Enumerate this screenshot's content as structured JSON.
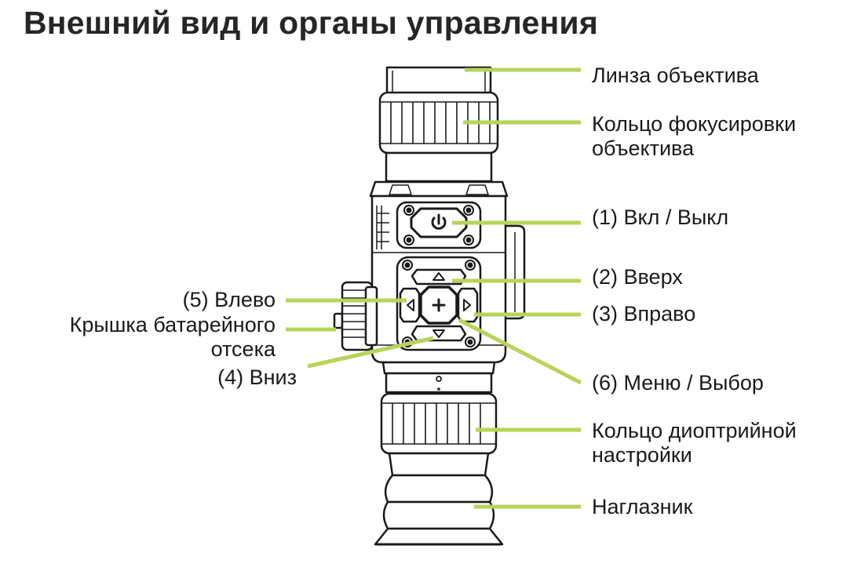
{
  "title": "Внешний вид и органы управления",
  "labels": {
    "lens": "Линза объектива",
    "focus_ring_l1": "Кольцо фокусировки",
    "focus_ring_l2": "объектива",
    "power": "(1) Вкл / Выкл",
    "up": "(2) Вверх",
    "right": "(3) Вправо",
    "left": "(5) Влево",
    "battery_l1": "Крышка батарейного",
    "battery_l2": "отсека",
    "down": "(4) Вниз",
    "menu": "(6) Меню / Выбор",
    "diopter_l1": "Кольцо диоптрийной",
    "diopter_l2": "настройки",
    "eyecup": "Наглазник"
  },
  "colors": {
    "leader": "#b9d35a",
    "outline": "#1a1a1a",
    "text": "#1a1a1a"
  }
}
